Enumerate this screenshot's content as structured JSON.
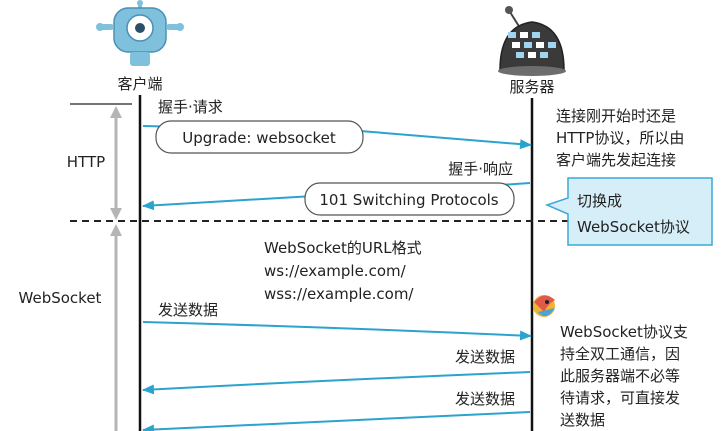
{
  "labels": {
    "client": "客户端",
    "server": "服务器",
    "http_phase": "HTTP",
    "websocket_phase": "WebSocket"
  },
  "handshake": {
    "request_label": "握手·请求",
    "request_header": "Upgrade: websocket",
    "response_label": "握手·响应",
    "response_status": "101 Switching Protocols"
  },
  "notes": {
    "http_note": [
      "连接刚开始时还是",
      "HTTP协议，所以由",
      "客户端先发起连接"
    ],
    "switch_callout": [
      "切换成",
      "WebSocket协议"
    ],
    "url_format": [
      "WebSocket的URL格式",
      "ws://example.com/",
      "wss://example.com/"
    ],
    "duplex_note": [
      "WebSocket协议支",
      "持全双工通信，因",
      "此服务器端不必等",
      "待请求，可直接发",
      "送数据"
    ]
  },
  "messages": {
    "client_send": "发送数据",
    "server_send_1": "发送数据",
    "server_send_2": "发送数据"
  },
  "colors": {
    "arrow": "#2aa3cf",
    "lifeline": "#111111",
    "callout_fill": "#d6eef8",
    "callout_stroke": "#3aa8d8",
    "phase_arrow": "#b5b5b5"
  },
  "icons": {
    "client": "robot-icon",
    "server": "server-robot-icon",
    "bird": "bird-icon"
  }
}
